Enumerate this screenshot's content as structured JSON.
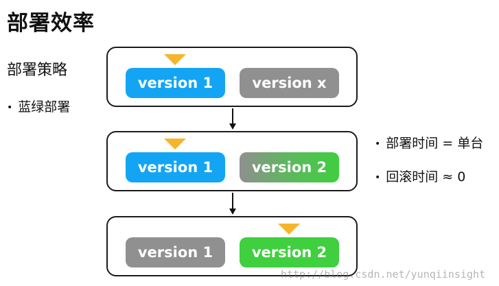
{
  "title": "部署效率",
  "subtitle": "部署策略",
  "left_bullets": [
    {
      "text": "蓝绿部署"
    }
  ],
  "right_bullets": [
    {
      "text": "部署时间 = 单台"
    },
    {
      "text": "回滚时间 ≈ 0"
    }
  ],
  "stages": [
    {
      "left_label": "version 1",
      "right_label": "version x",
      "active": "left"
    },
    {
      "left_label": "version 1",
      "right_label": "version 2",
      "active": "left"
    },
    {
      "left_label": "version 1",
      "right_label": "version 2",
      "active": "right"
    }
  ],
  "colors": {
    "blue": "#13a5f3",
    "gray": "#909090",
    "green": "#3fcf3f",
    "marker": "#f6b62b"
  },
  "watermark": "http://blog.csdn.net/yunqiinsight"
}
